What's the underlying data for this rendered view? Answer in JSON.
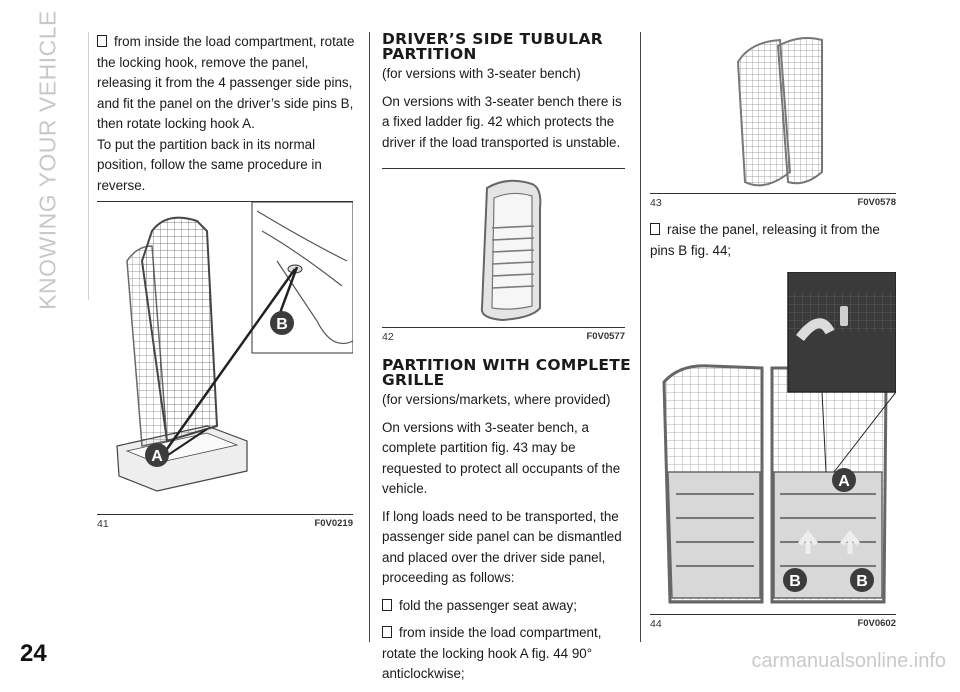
{
  "side_title": "KNOWING YOUR VEHICLE",
  "page_number": "24",
  "watermark": "carmanualsonline.info",
  "col1": {
    "p1": "from inside the load compartment, rotate the locking hook, remove the panel, releasing it from the 4 passenger side pins, and fit the panel on the driver’s side pins B, then rotate locking hook A.",
    "p2": "To put the partition back in its normal position, follow the same procedure in reverse."
  },
  "fig41": {
    "num": "41",
    "code": "F0V0219",
    "label_a": "A",
    "label_b": "B"
  },
  "col2": {
    "heading1": "DRIVER’S SIDE TUBULAR PARTITION",
    "sub1": "(for versions with 3-seater bench)",
    "p1": "On versions with 3-seater bench there is a fixed ladder fig. 42 which protects the driver if the load transported is unstable.",
    "heading2": "PARTITION WITH COMPLETE GRILLE",
    "sub2": "(for versions/markets, where provided)",
    "p2": "On versions with 3-seater bench, a complete partition fig. 43 may be requested to protect all occupants of the vehicle.",
    "p3": "If long loads need to be transported, the passenger side panel can be dismantled and placed over the driver side panel, proceeding as follows:",
    "b1": "fold the passenger seat away;",
    "b2": "from inside the load compartment, rotate the locking hook A fig. 44 90° anticlockwise;"
  },
  "fig42": {
    "num": "42",
    "code": "F0V0577"
  },
  "fig43": {
    "num": "43",
    "code": "F0V0578"
  },
  "col3": {
    "b1": "raise the panel, releasing it from the pins B fig. 44;"
  },
  "fig44": {
    "num": "44",
    "code": "F0V0602",
    "label_a": "A",
    "label_b1": "B",
    "label_b2": "B"
  }
}
